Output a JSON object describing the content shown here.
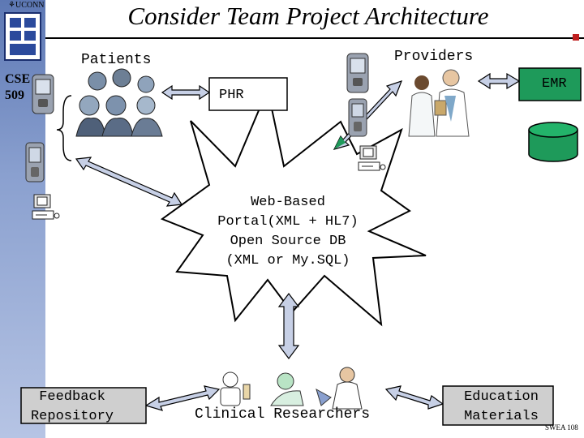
{
  "slide": {
    "title": "Consider Team Project Architecture",
    "university": "UCONN",
    "course": [
      "CSE",
      "509"
    ],
    "footer": "SWEA 108"
  },
  "nodes": {
    "patients": "Patients",
    "providers": "Providers",
    "phr": "PHR",
    "emr": "EMR",
    "portal": [
      "Web-Based",
      "Portal(XML + HL7)",
      "Open Source DB",
      "(XML or My.SQL)"
    ],
    "feedback": [
      "Feedback",
      "Repository"
    ],
    "clinical": "Clinical Researchers",
    "education": [
      "Education",
      "Materials"
    ]
  },
  "colors": {
    "sidebar": "#6f87c0",
    "arrow_fill": "#c7d0e6",
    "phr_box_fill": "#ffffff",
    "emr_box_fill": "#1e9a5a",
    "database_fill": "#1e9a5a",
    "boxes_fill": "#cfcfcf"
  },
  "icons": [
    "uconn-logo-icon",
    "pda-icon",
    "computer-icon",
    "people-group-icon",
    "doctors-icon",
    "database-icon",
    "researchers-icon"
  ]
}
